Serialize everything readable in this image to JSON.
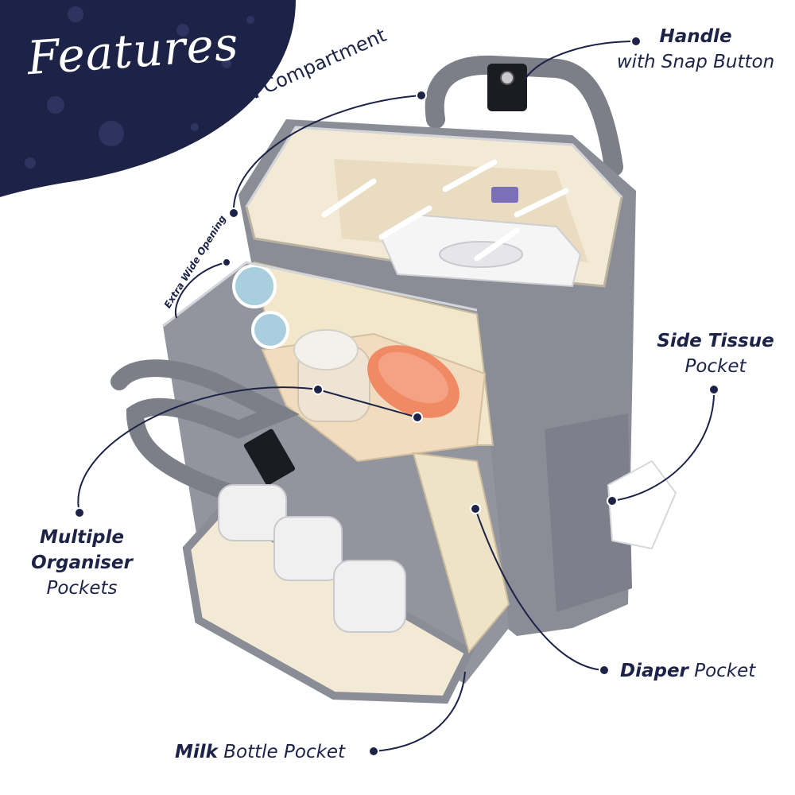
{
  "banner": {
    "title": "Features",
    "color": "#1d2347"
  },
  "callouts": {
    "handle": {
      "bold": "Handle",
      "regular": "with Snap Button"
    },
    "main": {
      "bold": "Main",
      "regular": "Compartment"
    },
    "wide": {
      "text": "Extra Wide Opening"
    },
    "side_tissue": {
      "bold": "Side Tissue",
      "regular": "Pocket"
    },
    "organiser": {
      "bold": "Multiple Organiser",
      "regular": "Pockets"
    },
    "diaper": {
      "bold": "Diaper",
      "regular": "Pocket"
    },
    "milk": {
      "bold": "Milk",
      "regular": "Bottle Pocket"
    }
  },
  "colors": {
    "bag_gray": "#8a8d96",
    "bag_dark": "#6e717a",
    "lining": "#f3ead6",
    "accent_text": "#1d2347"
  },
  "icons": [
    "dot-marker-icon",
    "double-arrow-icon"
  ]
}
